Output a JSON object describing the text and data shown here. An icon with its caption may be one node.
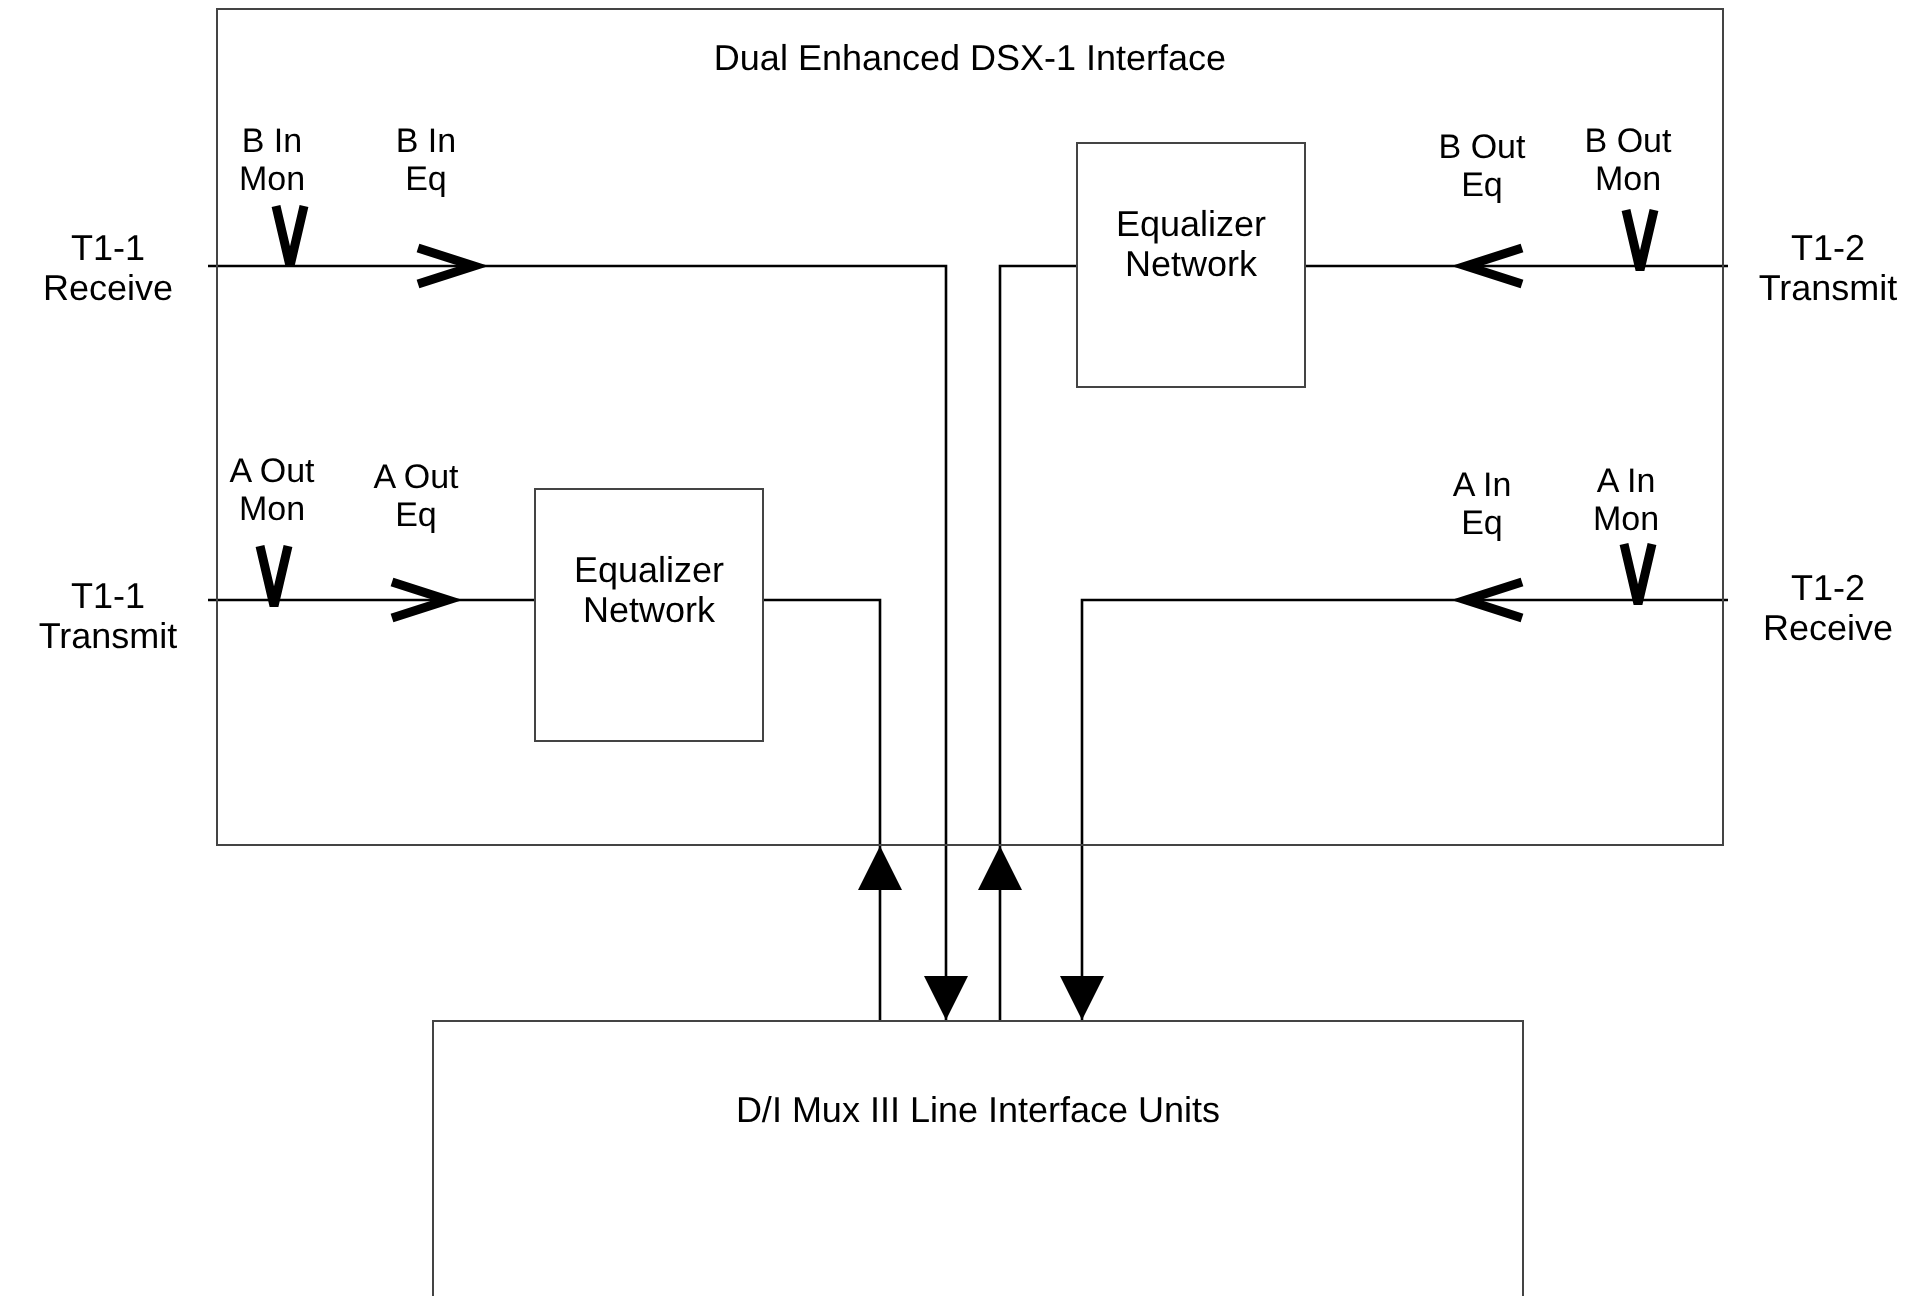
{
  "diagram": {
    "nodes": [
      {
        "text": [
          "Dual Enhanced DSX-1 Interface"
        ]
      },
      {
        "text": [
          "T1-1 Receive"
        ]
      },
      {
        "text": [
          "T1-1 Transmit"
        ]
      },
      {
        "text": [
          "T1-2 Transmit"
        ]
      },
      {
        "text": [
          "T1-2 Receive"
        ]
      },
      {
        "text": [
          "Equalizer Network"
        ],
        "in": 0
      },
      {
        "text": [
          "Equalizer Network"
        ],
        "in": 0
      },
      {
        "text": [
          "D/I Mux III Line Interface Units"
        ]
      }
    ],
    "edges": [
      {
        "from": 1,
        "to": 7,
        "arrow": "to"
      },
      {
        "from": 2,
        "to": 6,
        "arrow": "to"
      },
      {
        "from": 7,
        "to": 6,
        "arrow": "to"
      },
      {
        "from": 3,
        "to": 5,
        "arrow": "to"
      },
      {
        "from": 7,
        "to": 5,
        "arrow": "to"
      },
      {
        "from": 4,
        "to": 7,
        "arrow": "to"
      }
    ],
    "labels": [
      "B In Mon",
      "B In Eq",
      "B Out Eq",
      "B Out Mon",
      "A Out Mon",
      "A Out Eq",
      "A In Eq",
      "A In Mon"
    ]
  }
}
